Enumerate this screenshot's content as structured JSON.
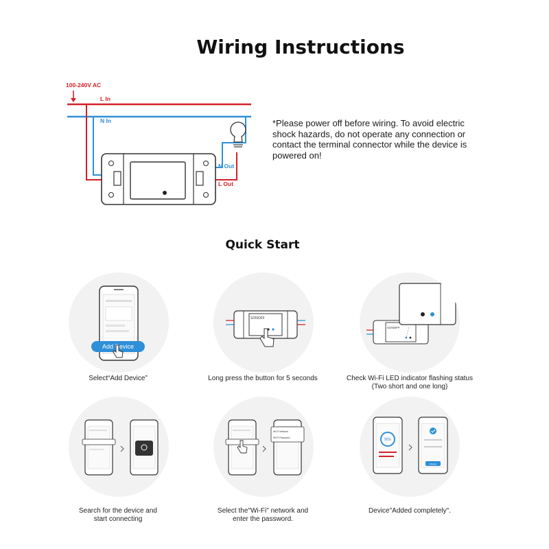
{
  "header": {
    "title": "Wiring Instructions"
  },
  "wiring": {
    "voltage_label": "100-240V AC",
    "live_in_label": "L In",
    "neutral_in_label": "N In",
    "neutral_out_label": "N Out",
    "live_out_label": "L Out",
    "colors": {
      "live": "#d32027",
      "neutral": "#2f8fd8"
    }
  },
  "warning": {
    "text": "*Please power off before wiring. To avoid electric shock hazards, do not operate any connection or contact the terminal connector while the device is powered on!"
  },
  "quick_start": {
    "title": "Quick Start",
    "steps": [
      {
        "caption": [
          "Select“Add Device”"
        ],
        "button_label": "Add Device"
      },
      {
        "caption": [
          "Long press the button for 5 seconds"
        ],
        "device_label": "SONOFF"
      },
      {
        "caption": [
          "Check Wi-Fi LED indicator flashing status",
          "(Two short and one long)"
        ],
        "device_label": "SONOFF"
      },
      {
        "caption": [
          "Search for the device and",
          "start connecting"
        ]
      },
      {
        "caption": [
          "Select the\"Wi-Fi\" network and",
          "enter the password."
        ],
        "field_label": "Wi-Fi Network",
        "password_label": "Wi-Fi Password"
      },
      {
        "caption": [
          "Device\"Added completely\"."
        ],
        "countdown": "90s",
        "done_label": "Done"
      }
    ]
  }
}
